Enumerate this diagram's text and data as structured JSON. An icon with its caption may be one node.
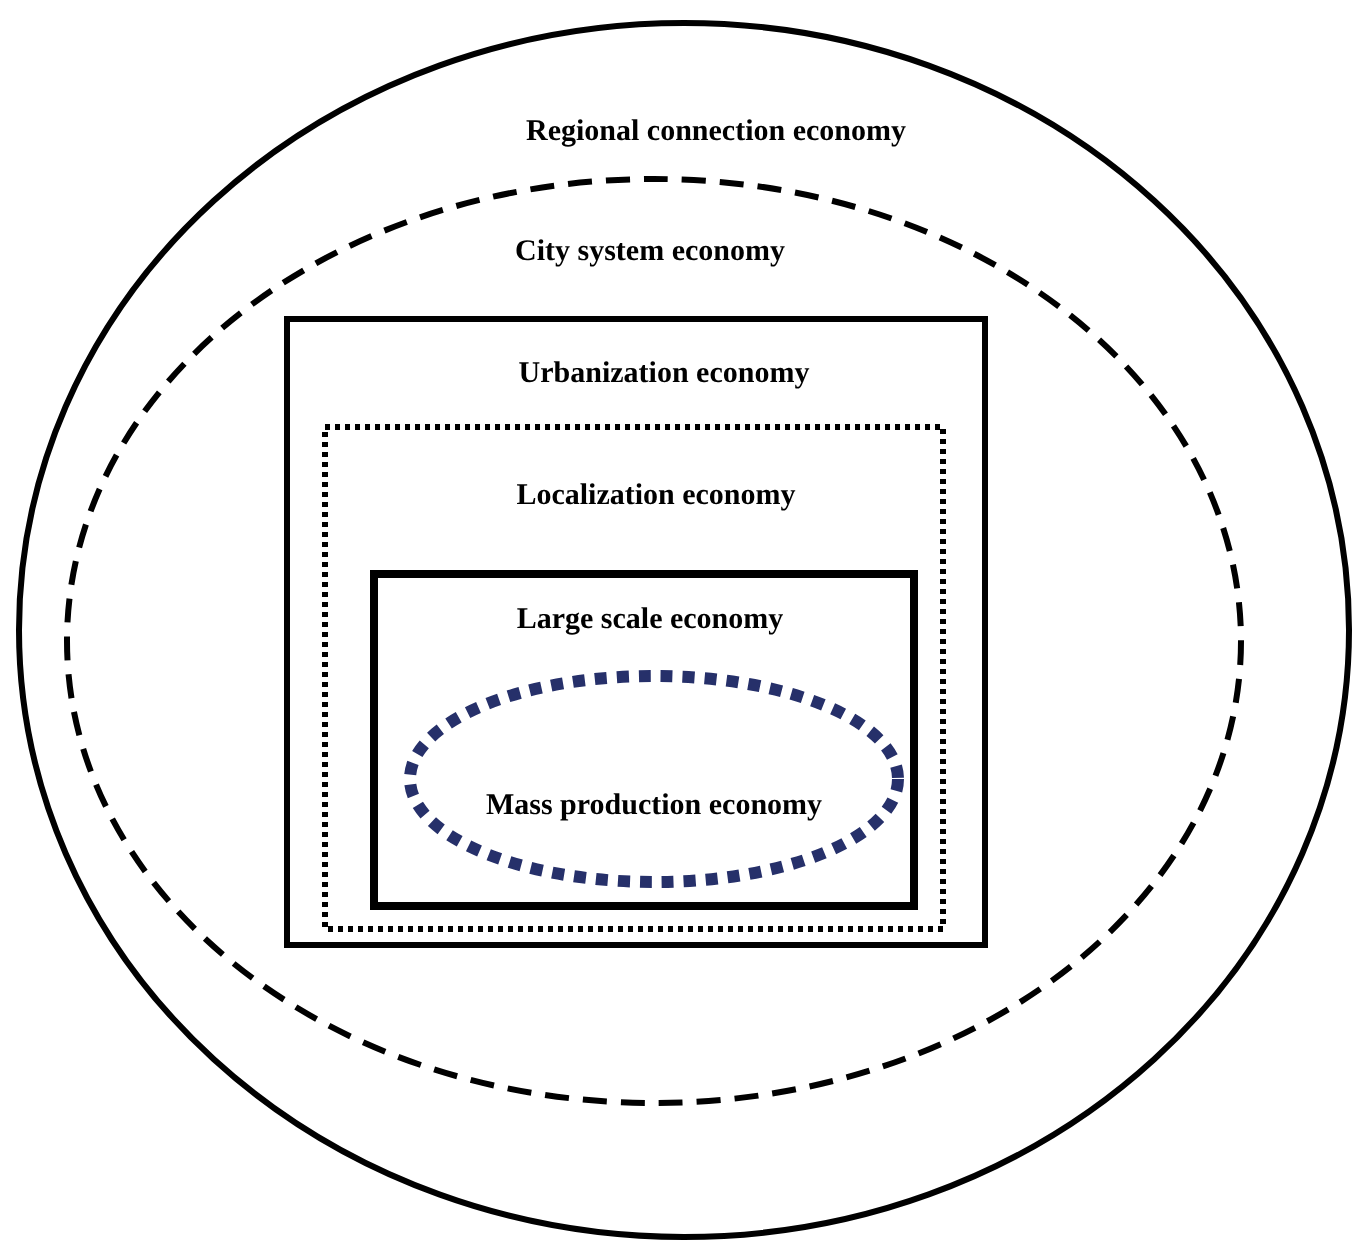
{
  "diagram": {
    "nodes": [
      {
        "text": [
          "Regional connection economy"
        ]
      },
      {
        "text": [
          "City system economy"
        ],
        "in": 0
      },
      {
        "text": [
          "Urbanization economy"
        ],
        "in": 1
      },
      {
        "text": [
          "Localization economy"
        ],
        "in": 2
      },
      {
        "text": [
          "Large scale economy"
        ],
        "in": 3
      },
      {
        "text": [
          "Mass production economy"
        ],
        "in": 4
      }
    ]
  }
}
